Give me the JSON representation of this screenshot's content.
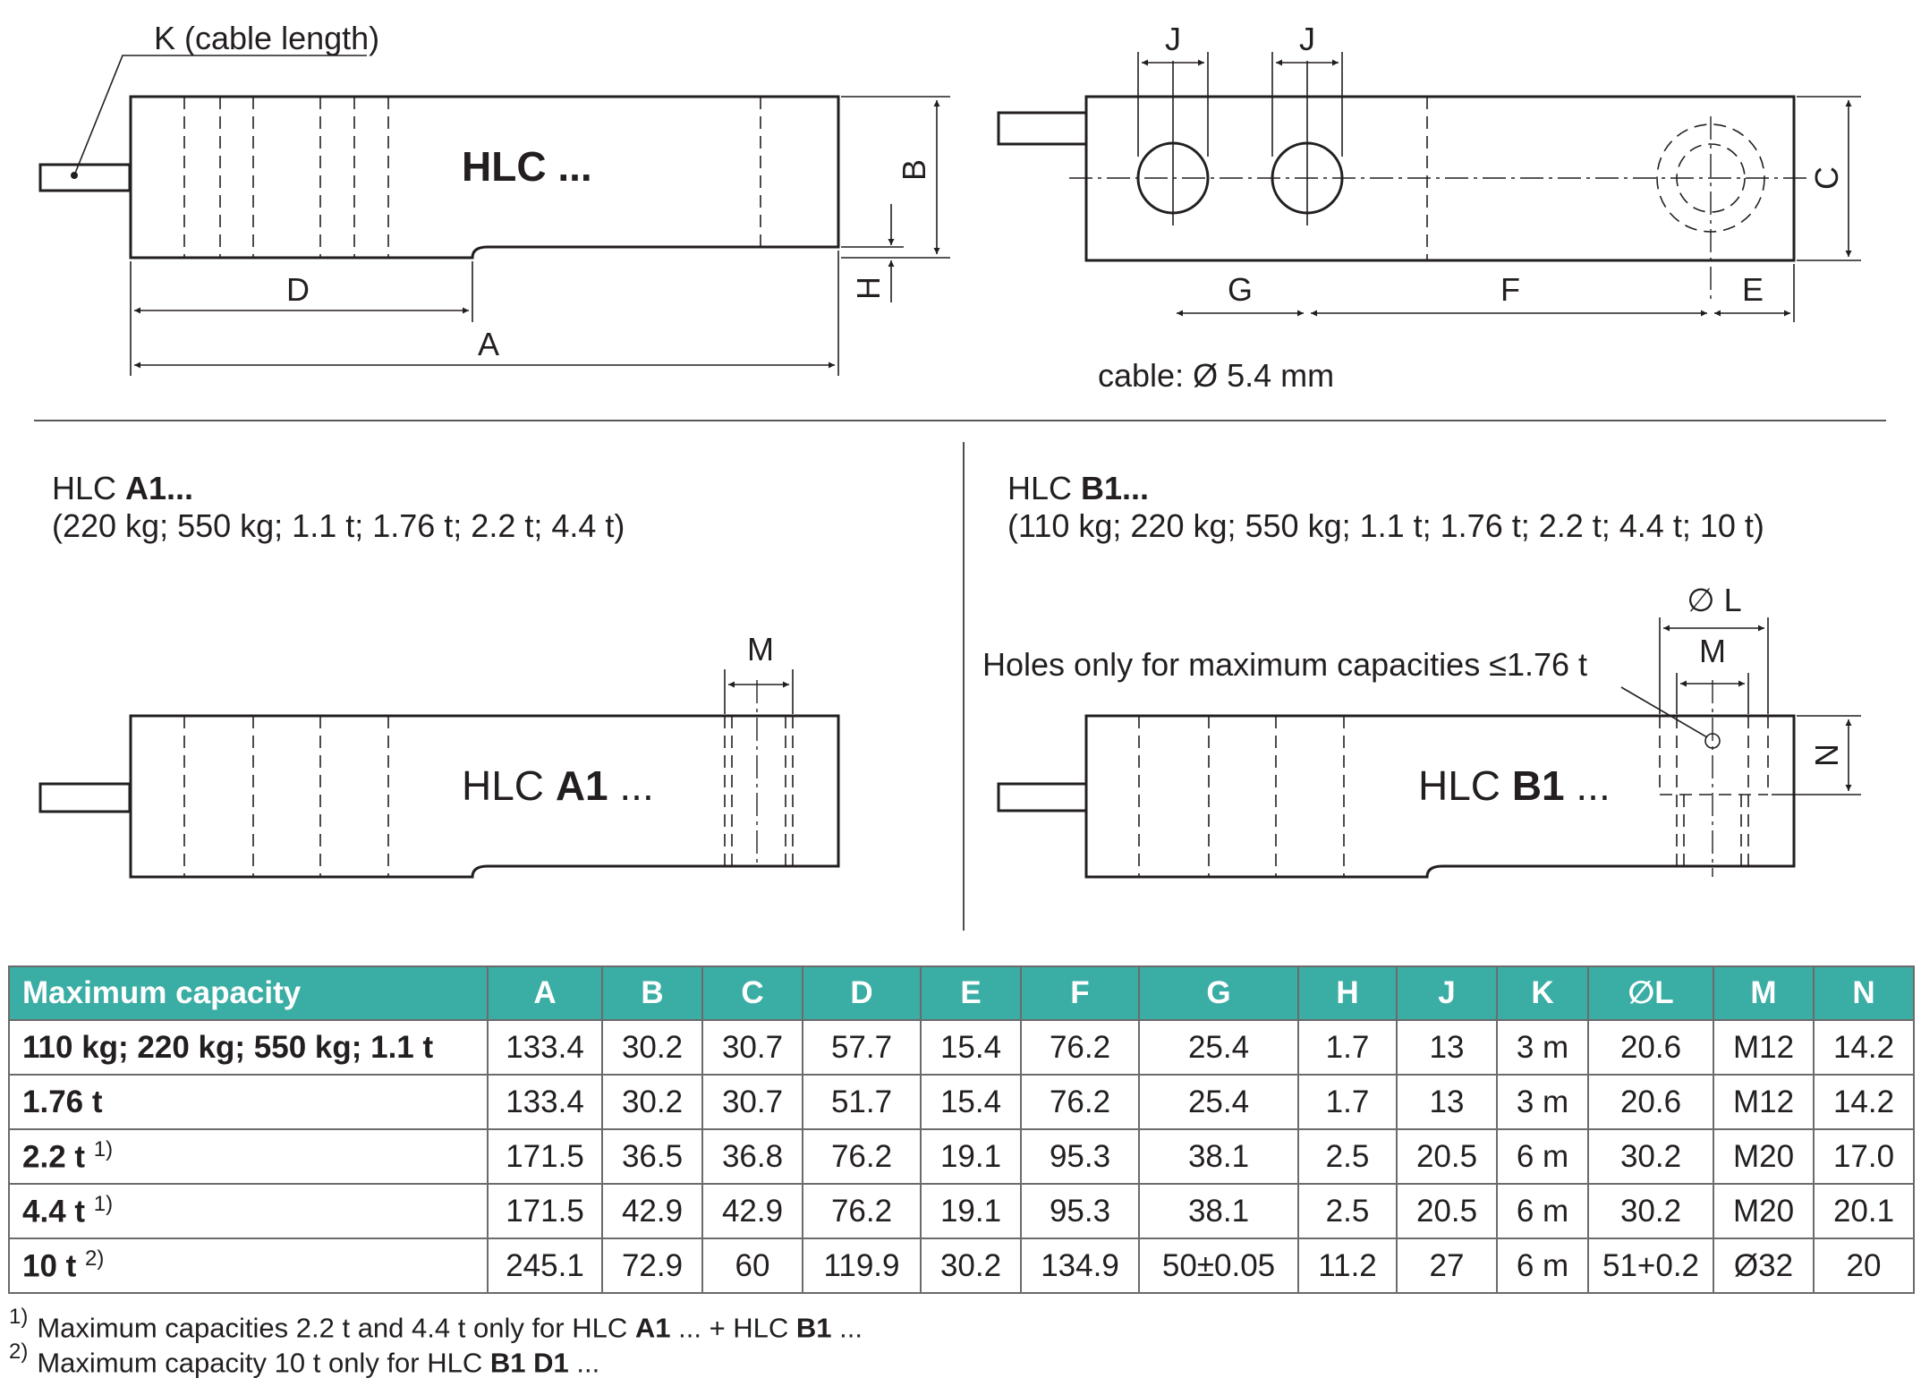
{
  "diagram": {
    "top_left": {
      "cable_label": "K (cable length)",
      "model": "HLC ...",
      "dim_B": "B",
      "dim_H": "H",
      "dim_D": "D",
      "dim_A": "A"
    },
    "top_right": {
      "dim_J1": "J",
      "dim_J2": "J",
      "dim_C": "C",
      "dim_G": "G",
      "dim_F": "F",
      "dim_E": "E",
      "cable_note": "cable: Ø 5.4 mm"
    },
    "variant_a1": {
      "title_prefix": "HLC ",
      "title_bold": "A1...",
      "capacities": "(220 kg; 550 kg; 1.1 t; 1.76 t; 2.2 t; 4.4 t)",
      "dim_M": "M",
      "model_prefix": "HLC ",
      "model_bold": "A1",
      "model_suffix": " ..."
    },
    "variant_b1": {
      "title_prefix": "HLC ",
      "title_bold": "B1...",
      "capacities": "(110 kg; 220 kg; 550 kg; 1.1 t; 1.76 t; 2.2 t; 4.4 t; 10 t)",
      "dim_L": "∅ L",
      "dim_M": "M",
      "dim_N": "N",
      "hole_note": "Holes only for maximum capacities ≤1.76 t",
      "model_prefix": "HLC ",
      "model_bold": "B1",
      "model_suffix": " ..."
    }
  },
  "table": {
    "headers": [
      "Maximum capacity",
      "A",
      "B",
      "C",
      "D",
      "E",
      "F",
      "G",
      "H",
      "J",
      "K",
      "∅L",
      "M",
      "N"
    ],
    "rows": [
      {
        "capacity": "110 kg; 220 kg; 550 kg; 1.1 t",
        "note": "",
        "values": [
          "133.4",
          "30.2",
          "30.7",
          "57.7",
          "15.4",
          "76.2",
          "25.4",
          "1.7",
          "13",
          "3 m",
          "20.6",
          "M12",
          "14.2"
        ]
      },
      {
        "capacity": "1.76 t",
        "note": "",
        "values": [
          "133.4",
          "30.2",
          "30.7",
          "51.7",
          "15.4",
          "76.2",
          "25.4",
          "1.7",
          "13",
          "3 m",
          "20.6",
          "M12",
          "14.2"
        ]
      },
      {
        "capacity": "2.2 t ",
        "note": "1)",
        "values": [
          "171.5",
          "36.5",
          "36.8",
          "76.2",
          "19.1",
          "95.3",
          "38.1",
          "2.5",
          "20.5",
          "6 m",
          "30.2",
          "M20",
          "17.0"
        ]
      },
      {
        "capacity": "4.4 t ",
        "note": "1)",
        "values": [
          "171.5",
          "42.9",
          "42.9",
          "76.2",
          "19.1",
          "95.3",
          "38.1",
          "2.5",
          "20.5",
          "6 m",
          "30.2",
          "M20",
          "20.1"
        ]
      },
      {
        "capacity": "10 t ",
        "note": "2)",
        "values": [
          "245.1",
          "72.9",
          "60",
          "119.9",
          "30.2",
          "134.9",
          "50±0.05",
          "11.2",
          "27",
          "6 m",
          "51+0.2",
          "Ø32",
          "20"
        ]
      }
    ]
  },
  "footnotes": [
    {
      "mark": "1)",
      "text_a": "Maximum capacities 2.2 t and 4.4 t only for HLC ",
      "bold_a": "A1",
      "text_b": " ... + HLC ",
      "bold_b": "B1",
      "text_c": " ..."
    },
    {
      "mark": "2)",
      "text_a": "Maximum capacity 10 t only for HLC ",
      "bold_a": "B1 D1",
      "text_b": " ..."
    }
  ]
}
